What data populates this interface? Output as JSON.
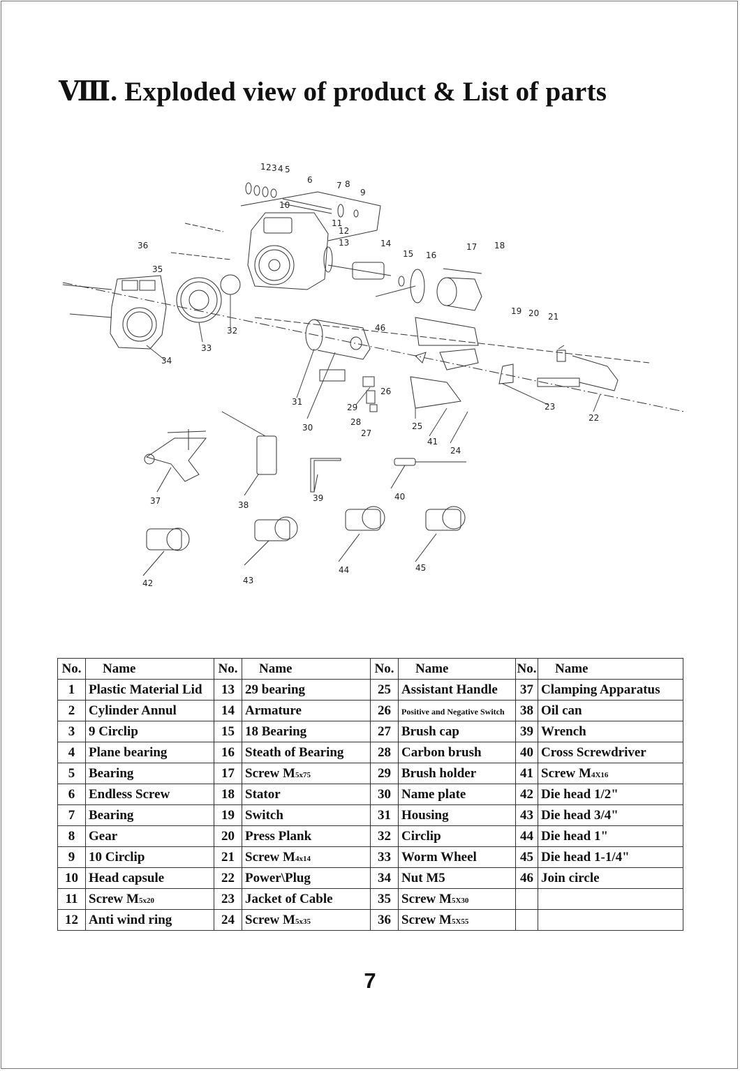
{
  "section": {
    "numeral": "Ⅷ.",
    "title": "Exploded view of product & List of parts"
  },
  "diagram": {
    "callouts": [
      "1",
      "2",
      "3",
      "4",
      "5",
      "6",
      "7",
      "8",
      "9",
      "10",
      "11",
      "12",
      "13",
      "14",
      "15",
      "16",
      "17",
      "18",
      "19",
      "20",
      "21",
      "22",
      "23",
      "24",
      "25",
      "26",
      "27",
      "28",
      "29",
      "30",
      "31",
      "32",
      "33",
      "34",
      "35",
      "36",
      "37",
      "38",
      "39",
      "40",
      "41",
      "42",
      "43",
      "44",
      "45",
      "46"
    ]
  },
  "table": {
    "headers": [
      {
        "no": "No.",
        "name": "Name"
      },
      {
        "no": "No.",
        "name": "Name"
      },
      {
        "no": "No.",
        "name": "Name"
      },
      {
        "no": "No.",
        "name": "Name"
      }
    ],
    "rows": [
      [
        {
          "no": "1",
          "name": "Plastic Material Lid"
        },
        {
          "no": "13",
          "name": "29  bearing"
        },
        {
          "no": "25",
          "name": "Assistant Handle"
        },
        {
          "no": "37",
          "name": "Clamping Apparatus"
        }
      ],
      [
        {
          "no": "2",
          "name": "Cylinder Annul"
        },
        {
          "no": "14",
          "name": "Armature"
        },
        {
          "no": "26",
          "name": "Positive and Negative Switch"
        },
        {
          "no": "38",
          "name": "Oil  can"
        }
      ],
      [
        {
          "no": "3",
          "name": "9 Circlip"
        },
        {
          "no": "15",
          "name": "18  Bearing"
        },
        {
          "no": "27",
          "name": "Brush  cap"
        },
        {
          "no": "39",
          "name": "Wrench"
        }
      ],
      [
        {
          "no": "4",
          "name": "Plane  bearing"
        },
        {
          "no": "16",
          "name": "Steath of Bearing"
        },
        {
          "no": "28",
          "name": "Carbon brush"
        },
        {
          "no": "40",
          "name": "Cross Screwdriver"
        }
      ],
      [
        {
          "no": "5",
          "name": "Bearing"
        },
        {
          "no": "17",
          "name": "Screw  M",
          "sub": "5x75"
        },
        {
          "no": "29",
          "name": "Brush holder"
        },
        {
          "no": "41",
          "name": "Screw  M",
          "sub": "4X16"
        }
      ],
      [
        {
          "no": "6",
          "name": "Endless Screw"
        },
        {
          "no": "18",
          "name": "Stator"
        },
        {
          "no": "30",
          "name": "Name  plate"
        },
        {
          "no": "42",
          "name": "Die head 1/2\""
        }
      ],
      [
        {
          "no": "7",
          "name": "Bearing"
        },
        {
          "no": "19",
          "name": "Switch"
        },
        {
          "no": "31",
          "name": "Housing"
        },
        {
          "no": "43",
          "name": "Die head 3/4\""
        }
      ],
      [
        {
          "no": "8",
          "name": "Gear"
        },
        {
          "no": "20",
          "name": "Press Plank"
        },
        {
          "no": "32",
          "name": "Circlip"
        },
        {
          "no": "44",
          "name": "Die head 1\""
        }
      ],
      [
        {
          "no": "9",
          "name": "10 Circlip"
        },
        {
          "no": "21",
          "name": "Screw  M",
          "sub": "4x14"
        },
        {
          "no": "33",
          "name": "Worm  Wheel"
        },
        {
          "no": "45",
          "name": "Die head 1-1/4\""
        }
      ],
      [
        {
          "no": "10",
          "name": "Head  capsule"
        },
        {
          "no": "22",
          "name": "Power\\Plug"
        },
        {
          "no": "34",
          "name": "Nut M5"
        },
        {
          "no": "46",
          "name": "Join circle"
        }
      ],
      [
        {
          "no": "11",
          "name": "Screw  M",
          "sub": "5x20"
        },
        {
          "no": "23",
          "name": "Jacket of Cable"
        },
        {
          "no": "35",
          "name": "Screw  M",
          "sub": "5X30"
        },
        {
          "no": "",
          "name": ""
        }
      ],
      [
        {
          "no": "12",
          "name": "Anti wind ring"
        },
        {
          "no": "24",
          "name": "Screw  M",
          "sub": "5x35"
        },
        {
          "no": "36",
          "name": "Screw  M",
          "sub": "5X55"
        },
        {
          "no": "",
          "name": ""
        }
      ]
    ]
  },
  "page_number": "7"
}
